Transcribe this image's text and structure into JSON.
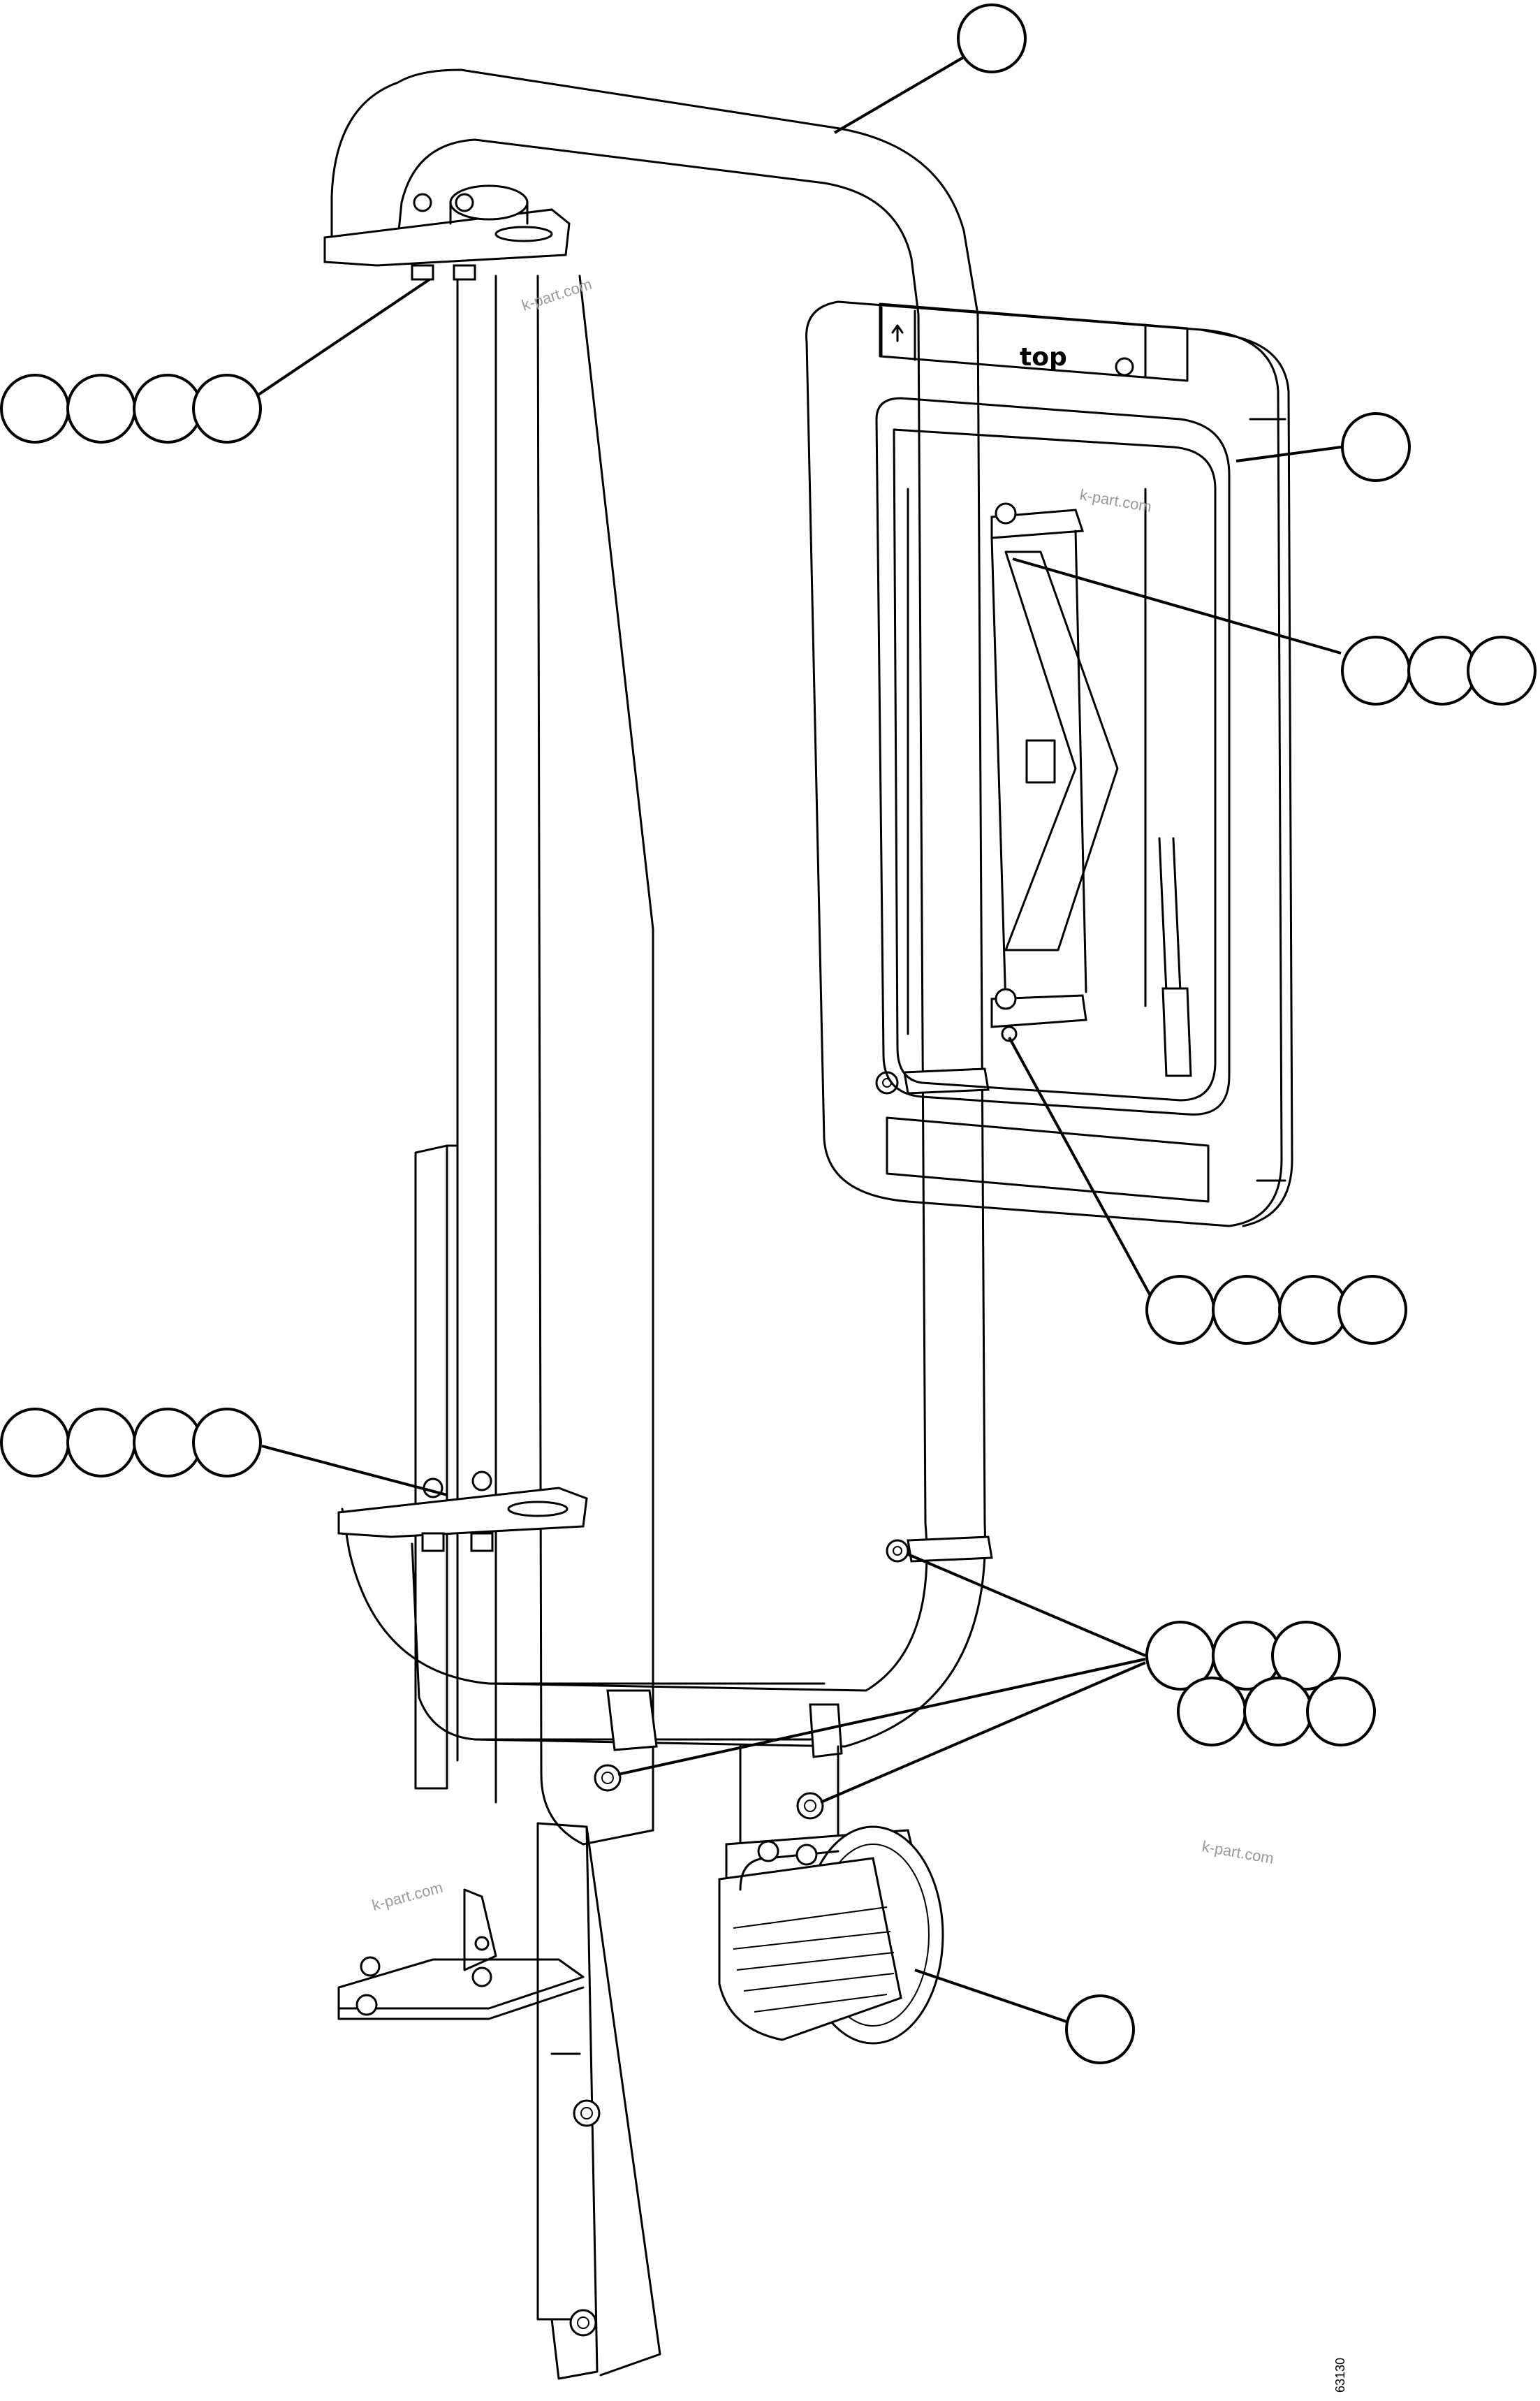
{
  "labels": {
    "mirror_top": "top",
    "watermark": "k-part.com",
    "drawing_code": "63130"
  },
  "callout_groups": [
    {
      "id": "tube",
      "balloons": 1
    },
    {
      "id": "top-clamp-hardware",
      "balloons": 4
    },
    {
      "id": "mirror-head",
      "balloons": 1
    },
    {
      "id": "mirror-upper-bracket",
      "balloons": 3
    },
    {
      "id": "mirror-lower-bracket",
      "balloons": 4
    },
    {
      "id": "lower-clamp-hardware",
      "balloons": 4
    },
    {
      "id": "hose-clamps",
      "balloons": 6
    },
    {
      "id": "work-light",
      "balloons": 1
    }
  ]
}
